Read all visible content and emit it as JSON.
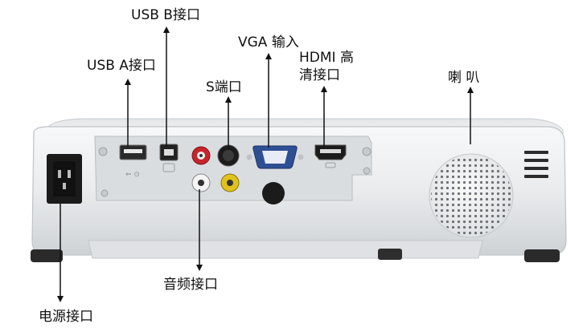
{
  "labels": {
    "usb_b": "USB B接口",
    "usb_a": "USB A接口",
    "vga": "VGA 输入",
    "hdmi_line1": "HDMI 高",
    "hdmi_line2": "清接口",
    "s_video": "S端口",
    "speaker": "喇 叭",
    "audio": "音频接口",
    "power": "电源接口"
  },
  "colors": {
    "body": "#eceef0",
    "panel": "#d9dcdf",
    "dark": "#1a1a1a",
    "audio_red": "#c8242b",
    "audio_yellow": "#e0c21c",
    "audio_white": "#f4f4f4",
    "vga_blue": "#2f4f95",
    "arrow": "#111111"
  }
}
